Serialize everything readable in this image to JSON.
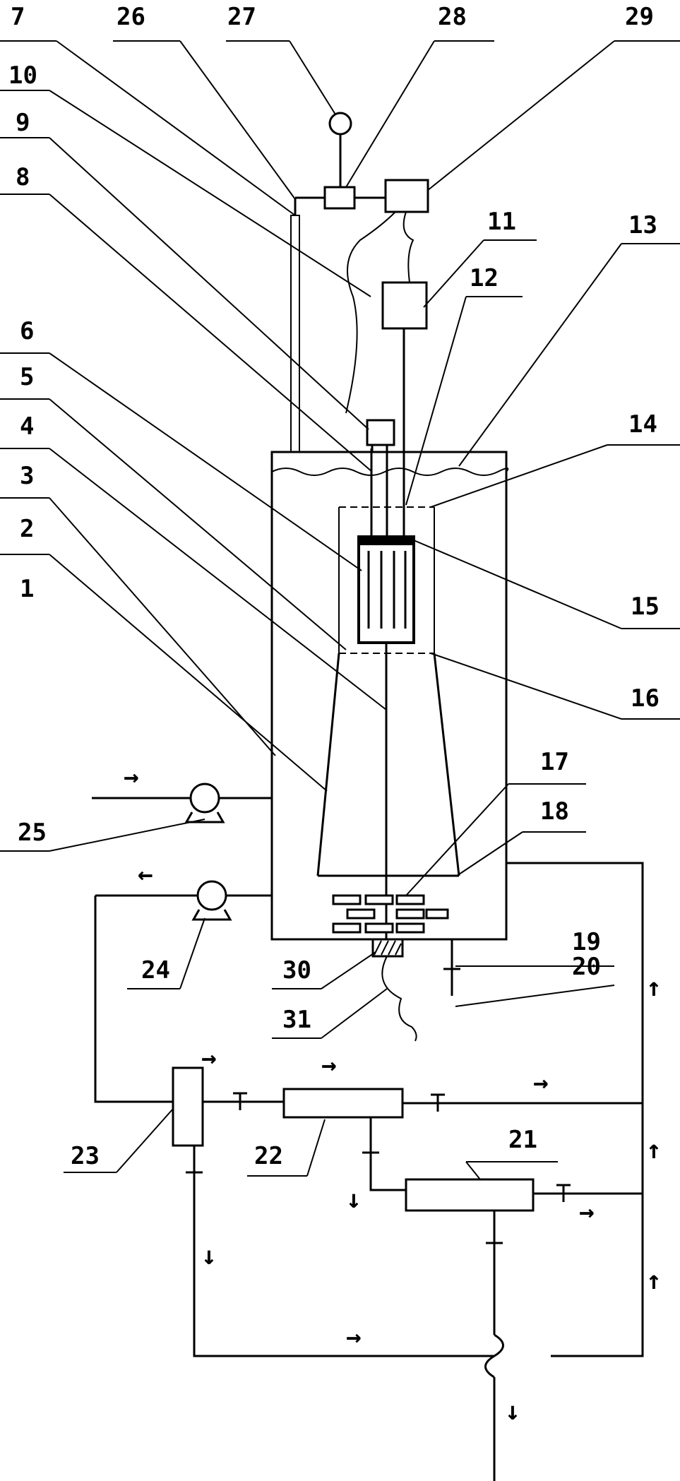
{
  "diagram": {
    "labels": {
      "l1": "1",
      "l2": "2",
      "l3": "3",
      "l4": "4",
      "l5": "5",
      "l6": "6",
      "l7": "7",
      "l8": "8",
      "l9": "9",
      "l10": "10",
      "l11": "11",
      "l12": "12",
      "l13": "13",
      "l14": "14",
      "l15": "15",
      "l16": "16",
      "l17": "17",
      "l18": "18",
      "l19": "19",
      "l20": "20",
      "l21": "21",
      "l22": "22",
      "l23": "23",
      "l24": "24",
      "l25": "25",
      "l26": "26",
      "l27": "27",
      "l28": "28",
      "l29": "29",
      "l30": "30",
      "l31": "31"
    },
    "arrows": {
      "right": "→",
      "left": "←",
      "up": "↑",
      "down": "↓"
    }
  }
}
